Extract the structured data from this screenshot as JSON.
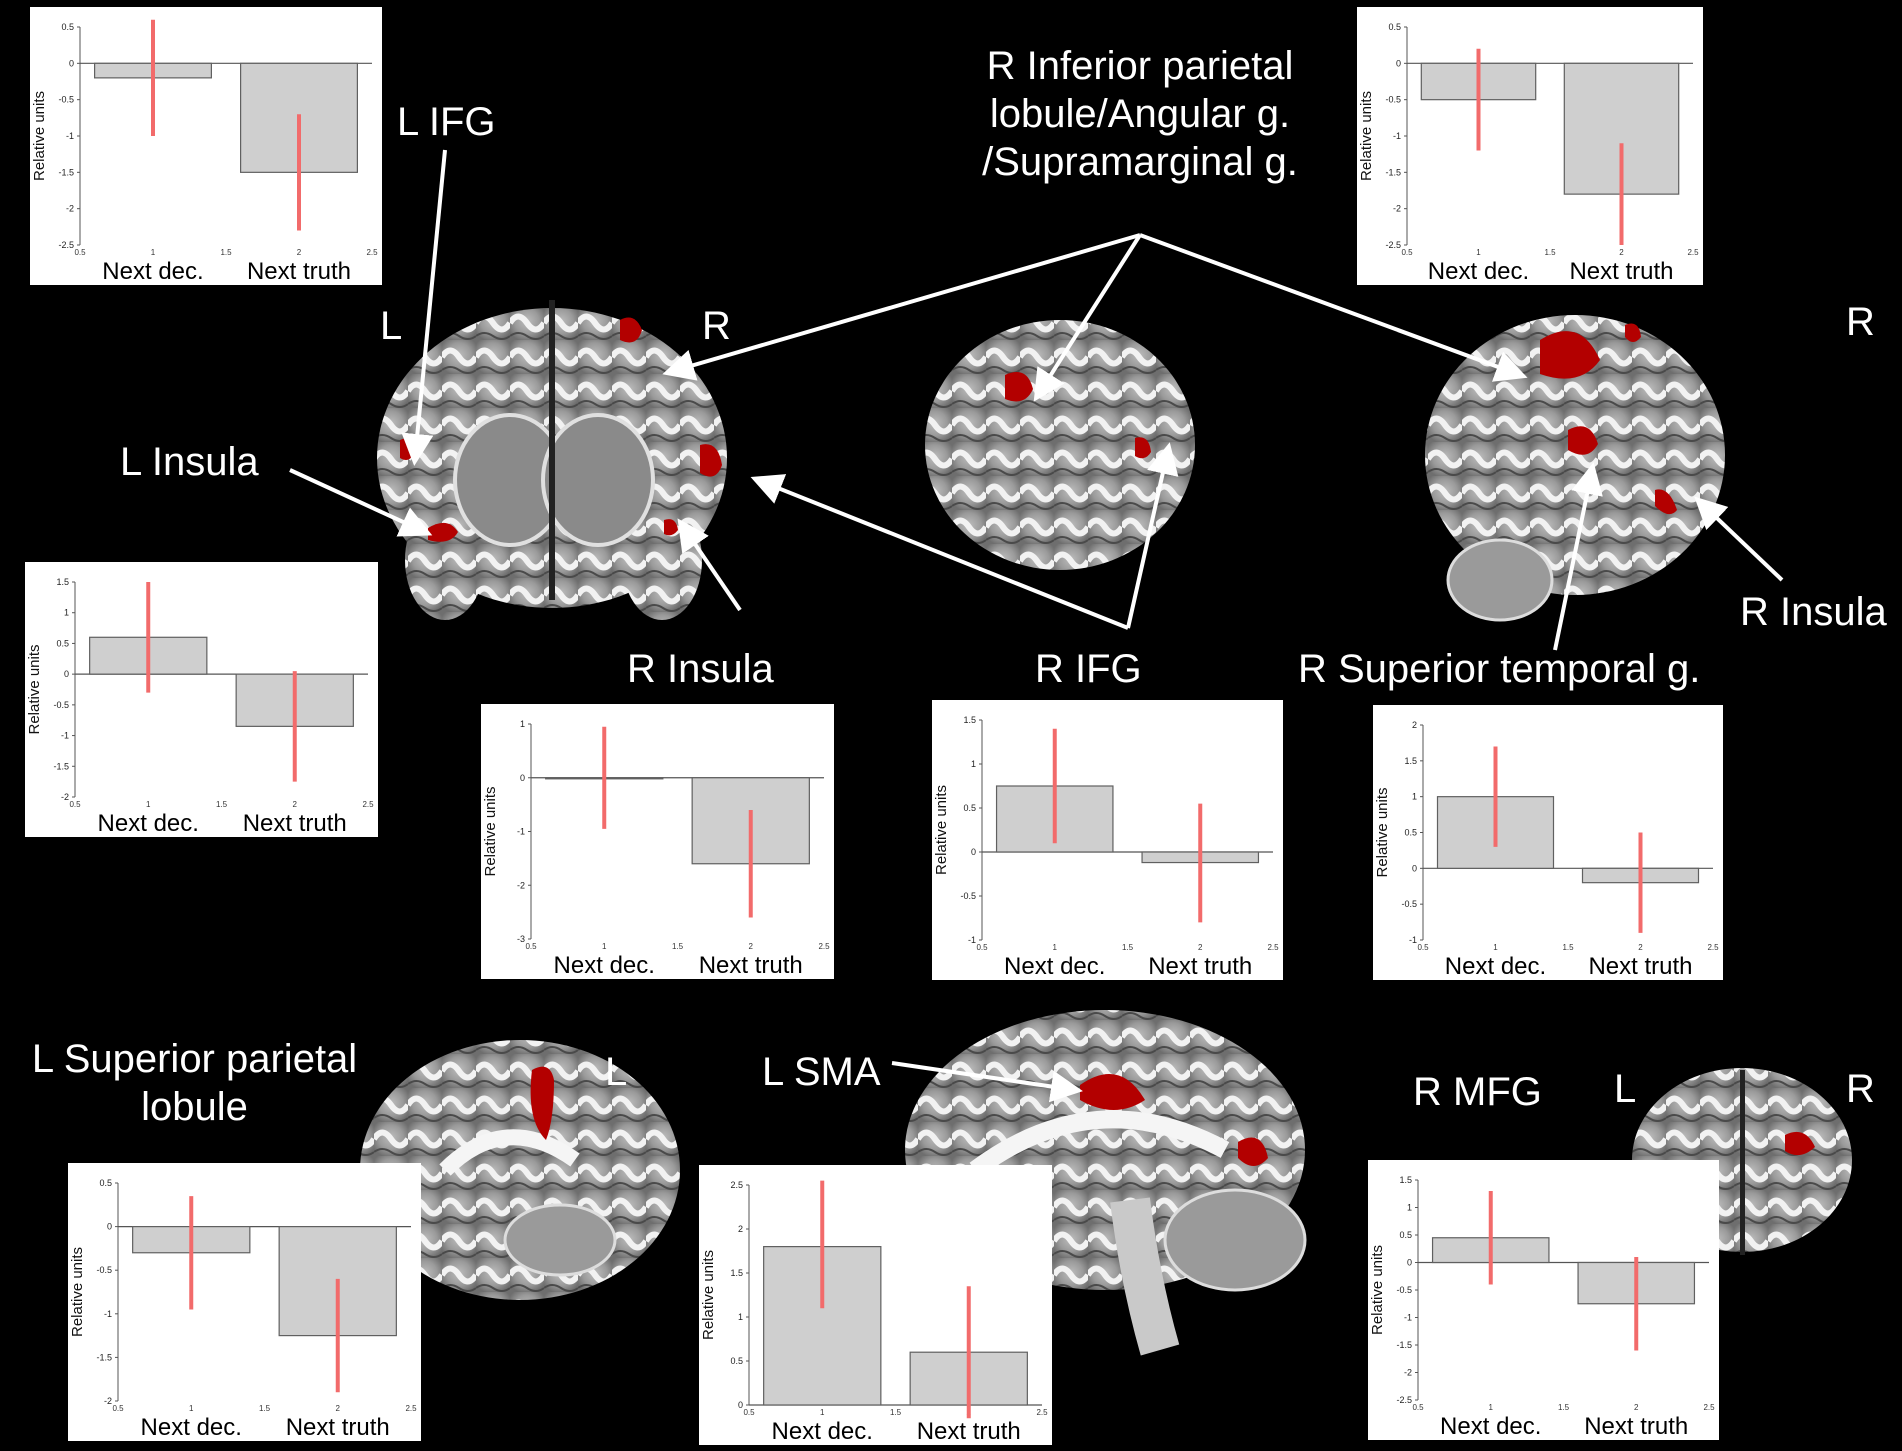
{
  "labels": {
    "l_ifg": "L IFG",
    "r_ipl": [
      "R Inferior parietal",
      "lobule/Angular g.",
      "/Supramarginal g."
    ],
    "l_coronal": "L",
    "r_coronal": "R",
    "r_sag": "R",
    "l_insula": "L Insula",
    "r_insula_mid": "R Insula",
    "r_ifg": "R IFG",
    "r_stg": "R Superior temporal g.",
    "r_insula_right": "R Insula",
    "l_spl": [
      "L Superior parietal",
      "lobule"
    ],
    "l_spl_side": "L",
    "l_sma": "L SMA",
    "r_mfg": "R MFG",
    "mfg_l": "L",
    "mfg_r": "R"
  },
  "colors": {
    "bar_fill": "#cfcfcf",
    "bar_stroke": "#606060",
    "error_bar": "#f26b6b",
    "activation": "#b30000",
    "background": "#000000"
  },
  "chart_data": [
    {
      "type": "bar",
      "id": "c_lifg",
      "categories": [
        "Next dec.",
        "Next truth"
      ],
      "values": [
        -0.2,
        -1.5
      ],
      "err_low": [
        -1.0,
        -2.3
      ],
      "err_high": [
        0.6,
        -0.7
      ],
      "ylim": [
        -2.5,
        0.5
      ],
      "yticks": [
        -2.5,
        -2,
        -1.5,
        -1,
        -0.5,
        0,
        0.5
      ],
      "xticks": [
        0.5,
        1,
        1.5,
        2,
        2.5
      ],
      "ylabel": "Relative units"
    },
    {
      "type": "bar",
      "id": "c_ripl",
      "categories": [
        "Next dec.",
        "Next truth"
      ],
      "values": [
        -0.5,
        -1.8
      ],
      "err_low": [
        -1.2,
        -2.5
      ],
      "err_high": [
        0.2,
        -1.1
      ],
      "ylim": [
        -2.5,
        0.5
      ],
      "yticks": [
        -2.5,
        -2,
        -1.5,
        -1,
        -0.5,
        0,
        0.5
      ],
      "xticks": [
        0.5,
        1,
        1.5,
        2,
        2.5
      ],
      "ylabel": "Relative units"
    },
    {
      "type": "bar",
      "id": "c_linsula",
      "categories": [
        "Next dec.",
        "Next truth"
      ],
      "values": [
        0.6,
        -0.85
      ],
      "err_low": [
        -0.3,
        -1.75
      ],
      "err_high": [
        1.5,
        0.05
      ],
      "ylim": [
        -2,
        1.5
      ],
      "yticks": [
        -2,
        -1.5,
        -1,
        -0.5,
        0,
        0.5,
        1,
        1.5
      ],
      "xticks": [
        0.5,
        1,
        1.5,
        2,
        2.5
      ],
      "ylabel": "Relative units"
    },
    {
      "type": "bar",
      "id": "c_rinsula",
      "categories": [
        "Next dec.",
        "Next truth"
      ],
      "values": [
        -0.02,
        -1.6
      ],
      "err_low": [
        -0.95,
        -2.6
      ],
      "err_high": [
        0.95,
        -0.6
      ],
      "ylim": [
        -3,
        1
      ],
      "yticks": [
        -3,
        -2,
        -1,
        0,
        1
      ],
      "xticks": [
        0.5,
        1,
        1.5,
        2,
        2.5
      ],
      "ylabel": "Relative units"
    },
    {
      "type": "bar",
      "id": "c_rifg",
      "categories": [
        "Next dec.",
        "Next truth"
      ],
      "values": [
        0.75,
        -0.12
      ],
      "err_low": [
        0.1,
        -0.8
      ],
      "err_high": [
        1.4,
        0.55
      ],
      "ylim": [
        -1,
        1.5
      ],
      "yticks": [
        -1,
        -0.5,
        0,
        0.5,
        1,
        1.5
      ],
      "xticks": [
        0.5,
        1,
        1.5,
        2,
        2.5
      ],
      "ylabel": "Relative units"
    },
    {
      "type": "bar",
      "id": "c_rstg",
      "categories": [
        "Next dec.",
        "Next truth"
      ],
      "values": [
        1.0,
        -0.2
      ],
      "err_low": [
        0.3,
        -0.9
      ],
      "err_high": [
        1.7,
        0.5
      ],
      "ylim": [
        -1,
        2
      ],
      "yticks": [
        -1,
        -0.5,
        0,
        0.5,
        1,
        1.5,
        2
      ],
      "xticks": [
        0.5,
        1,
        1.5,
        2,
        2.5
      ],
      "ylabel": "Relative units"
    },
    {
      "type": "bar",
      "id": "c_lspl",
      "categories": [
        "Next dec.",
        "Next truth"
      ],
      "values": [
        -0.3,
        -1.25
      ],
      "err_low": [
        -0.95,
        -1.9
      ],
      "err_high": [
        0.35,
        -0.6
      ],
      "ylim": [
        -2,
        0.5
      ],
      "yticks": [
        -2,
        -1.5,
        -1,
        -0.5,
        0,
        0.5
      ],
      "xticks": [
        0.5,
        1,
        1.5,
        2,
        2.5
      ],
      "ylabel": "Relative units"
    },
    {
      "type": "bar",
      "id": "c_lsma",
      "categories": [
        "Next dec.",
        "Next truth"
      ],
      "values": [
        1.8,
        0.6
      ],
      "err_low": [
        1.1,
        -0.15
      ],
      "err_high": [
        2.55,
        1.35
      ],
      "ylim": [
        0,
        2.5
      ],
      "yticks": [
        0,
        0.5,
        1,
        1.5,
        2,
        2.5
      ],
      "xticks": [
        0.5,
        1,
        1.5,
        2,
        2.5
      ],
      "ylabel": "Relative units"
    },
    {
      "type": "bar",
      "id": "c_rmfg",
      "categories": [
        "Next dec.",
        "Next truth"
      ],
      "values": [
        0.45,
        -0.75
      ],
      "err_low": [
        -0.4,
        -1.6
      ],
      "err_high": [
        1.3,
        0.1
      ],
      "ylim": [
        -2.5,
        1.5
      ],
      "yticks": [
        -2.5,
        -2,
        -1.5,
        -1,
        -0.5,
        0,
        0.5,
        1,
        1.5
      ],
      "xticks": [
        0.5,
        1,
        1.5,
        2,
        2.5
      ],
      "ylabel": "Relative units"
    }
  ]
}
